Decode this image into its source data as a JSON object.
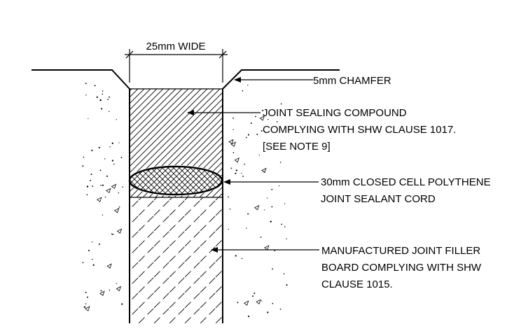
{
  "dimension": {
    "width_label": "25mm WIDE"
  },
  "callouts": {
    "chamfer": [
      "5mm CHAMFER"
    ],
    "sealing_compound": [
      "JOINT SEALING COMPOUND",
      "COMPLYING WITH SHW CLAUSE 1017.",
      "[SEE NOTE 9]"
    ],
    "sealant_cord": [
      "30mm CLOSED CELL POLYTHENE",
      "JOINT SEALANT CORD"
    ],
    "filler_board": [
      "MANUFACTURED JOINT FILLER",
      "BOARD COMPLYING WITH SHW",
      "CLAUSE 1015."
    ]
  }
}
